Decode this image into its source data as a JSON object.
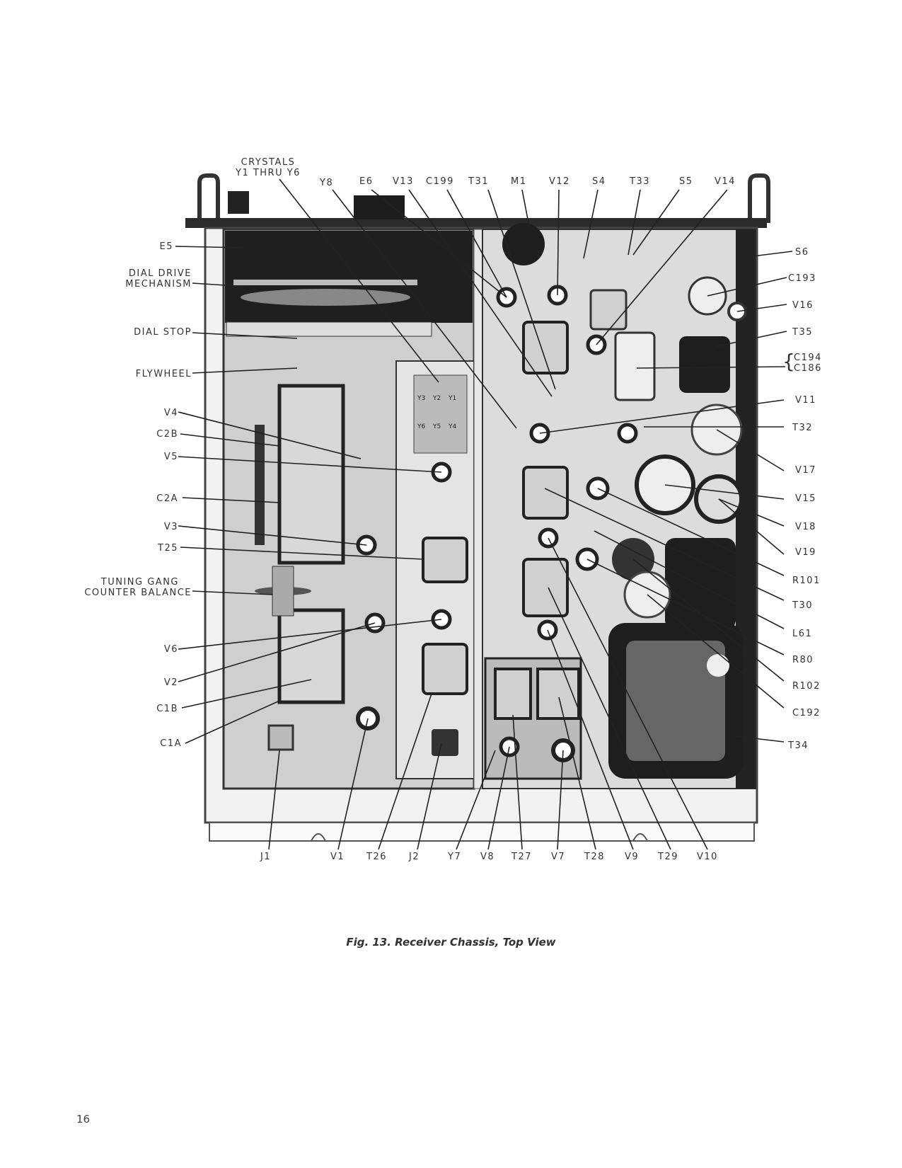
{
  "figure": {
    "caption": "Fig. 13. Receiver Chassis, Top View",
    "page_number": "16",
    "top_labels": [
      {
        "id": "crystals",
        "line1": "CRYSTALS",
        "line2": "Y1 THRU Y6"
      },
      {
        "id": "y8",
        "text": "Y8"
      },
      {
        "id": "e6",
        "text": "E6"
      },
      {
        "id": "v13",
        "text": "V13"
      },
      {
        "id": "c199",
        "text": "C199"
      },
      {
        "id": "t31",
        "text": "T31"
      },
      {
        "id": "m1",
        "text": "M1"
      },
      {
        "id": "v12",
        "text": "V12"
      },
      {
        "id": "s4",
        "text": "S4"
      },
      {
        "id": "t33",
        "text": "T33"
      },
      {
        "id": "s5",
        "text": "S5"
      },
      {
        "id": "v14",
        "text": "V14"
      }
    ],
    "left_labels": [
      {
        "id": "e5",
        "text": "E5"
      },
      {
        "id": "dial-drive",
        "line1": "DIAL DRIVE",
        "line2": "MECHANISM"
      },
      {
        "id": "dial-stop",
        "text": "DIAL STOP"
      },
      {
        "id": "flywheel",
        "text": "FLYWHEEL"
      },
      {
        "id": "v4",
        "text": "V4"
      },
      {
        "id": "c2b",
        "text": "C2B"
      },
      {
        "id": "v5",
        "text": "V5"
      },
      {
        "id": "c2a",
        "text": "C2A"
      },
      {
        "id": "v3",
        "text": "V3"
      },
      {
        "id": "t25",
        "text": "T25"
      },
      {
        "id": "tuning-gang",
        "line1": "TUNING GANG",
        "line2": "COUNTER BALANCE"
      },
      {
        "id": "v6",
        "text": "V6"
      },
      {
        "id": "v2",
        "text": "V2"
      },
      {
        "id": "c1b",
        "text": "C1B"
      },
      {
        "id": "c1a",
        "text": "C1A"
      }
    ],
    "right_labels": [
      {
        "id": "s6",
        "text": "S6"
      },
      {
        "id": "c193",
        "text": "C193"
      },
      {
        "id": "v16",
        "text": "V16"
      },
      {
        "id": "t35",
        "text": "T35"
      },
      {
        "id": "c194-c186",
        "line1": "C194",
        "line2": "C186"
      },
      {
        "id": "v11",
        "text": "V11"
      },
      {
        "id": "t32",
        "text": "T32"
      },
      {
        "id": "v17",
        "text": "V17"
      },
      {
        "id": "v15",
        "text": "V15"
      },
      {
        "id": "v18",
        "text": "V18"
      },
      {
        "id": "v19",
        "text": "V19"
      },
      {
        "id": "r101",
        "text": "R101"
      },
      {
        "id": "t30",
        "text": "T30"
      },
      {
        "id": "l61",
        "text": "L61"
      },
      {
        "id": "r80",
        "text": "R80"
      },
      {
        "id": "r102",
        "text": "R102"
      },
      {
        "id": "c192",
        "text": "C192"
      },
      {
        "id": "t34",
        "text": "T34"
      }
    ],
    "bottom_labels": [
      {
        "id": "j1",
        "text": "J1"
      },
      {
        "id": "v1",
        "text": "V1"
      },
      {
        "id": "t26",
        "text": "T26"
      },
      {
        "id": "j2",
        "text": "J2"
      },
      {
        "id": "y7",
        "text": "Y7"
      },
      {
        "id": "v8",
        "text": "V8"
      },
      {
        "id": "t27",
        "text": "T27"
      },
      {
        "id": "v7",
        "text": "V7"
      },
      {
        "id": "t28",
        "text": "T28"
      },
      {
        "id": "v9",
        "text": "V9"
      },
      {
        "id": "t29",
        "text": "T29"
      },
      {
        "id": "v10",
        "text": "V10"
      }
    ],
    "crystal_plate": {
      "row1": [
        "Y3",
        "Y2",
        "Y1"
      ],
      "row2": [
        "Y6",
        "Y5",
        "Y4"
      ]
    }
  }
}
